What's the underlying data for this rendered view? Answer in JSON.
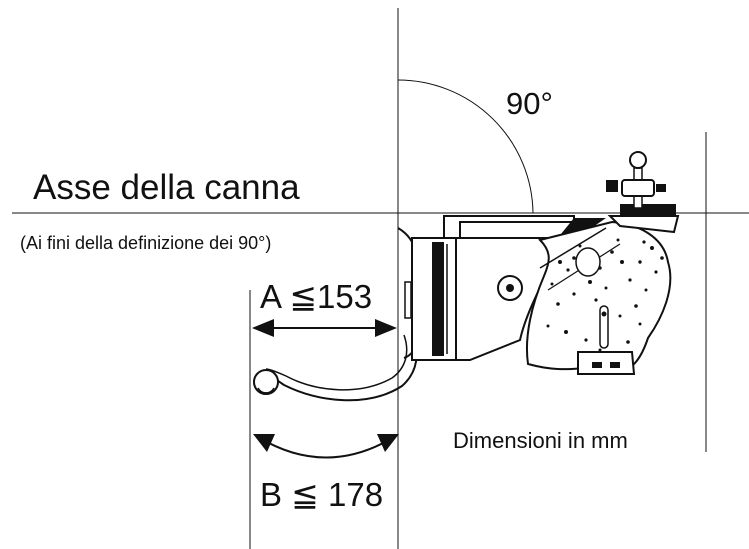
{
  "diagram": {
    "axis_label": "Asse della canna",
    "axis_note": "(Ai fini della definizione dei 90°)",
    "angle_label": "90°",
    "dimension_a": "A ≦153",
    "dimension_b": "B ≦ 178",
    "units_note": "Dimensioni in mm"
  },
  "colors": {
    "line": "#111111",
    "background": "#ffffff"
  }
}
